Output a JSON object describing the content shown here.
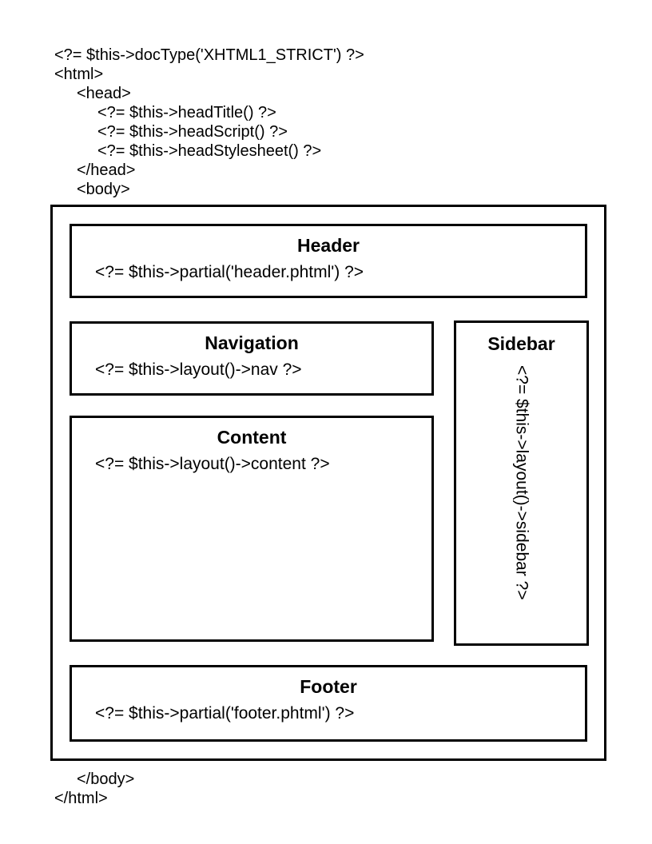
{
  "colors": {
    "ink": "#000000",
    "background": "#ffffff"
  },
  "top_code": [
    {
      "indent": 0,
      "text": "<?= $this->docType('XHTML1_STRICT') ?>"
    },
    {
      "indent": 0,
      "text": "<html>"
    },
    {
      "indent": 1,
      "text": "<head>"
    },
    {
      "indent": 2,
      "text": "<?= $this->headTitle() ?>"
    },
    {
      "indent": 2,
      "text": "<?= $this->headScript() ?>"
    },
    {
      "indent": 2,
      "text": "<?= $this->headStylesheet() ?>"
    },
    {
      "indent": 1,
      "text": "</head>"
    },
    {
      "indent": 1,
      "text": "<body>"
    }
  ],
  "bottom_code": [
    {
      "indent": 1,
      "text": "</body>"
    },
    {
      "indent": 0,
      "text": "</html>"
    }
  ],
  "boxes": {
    "header": {
      "title": "Header",
      "code": "<?= $this->partial('header.phtml') ?>"
    },
    "navigation": {
      "title": "Navigation",
      "code": "<?= $this->layout()->nav ?>"
    },
    "content": {
      "title": "Content",
      "code": "<?= $this->layout()->content ?>"
    },
    "sidebar": {
      "title": "Sidebar",
      "code": "<?= $this->layout()->sidebar ?>"
    },
    "footer": {
      "title": "Footer",
      "code": "<?= $this->partial('footer.phtml') ?>"
    }
  }
}
